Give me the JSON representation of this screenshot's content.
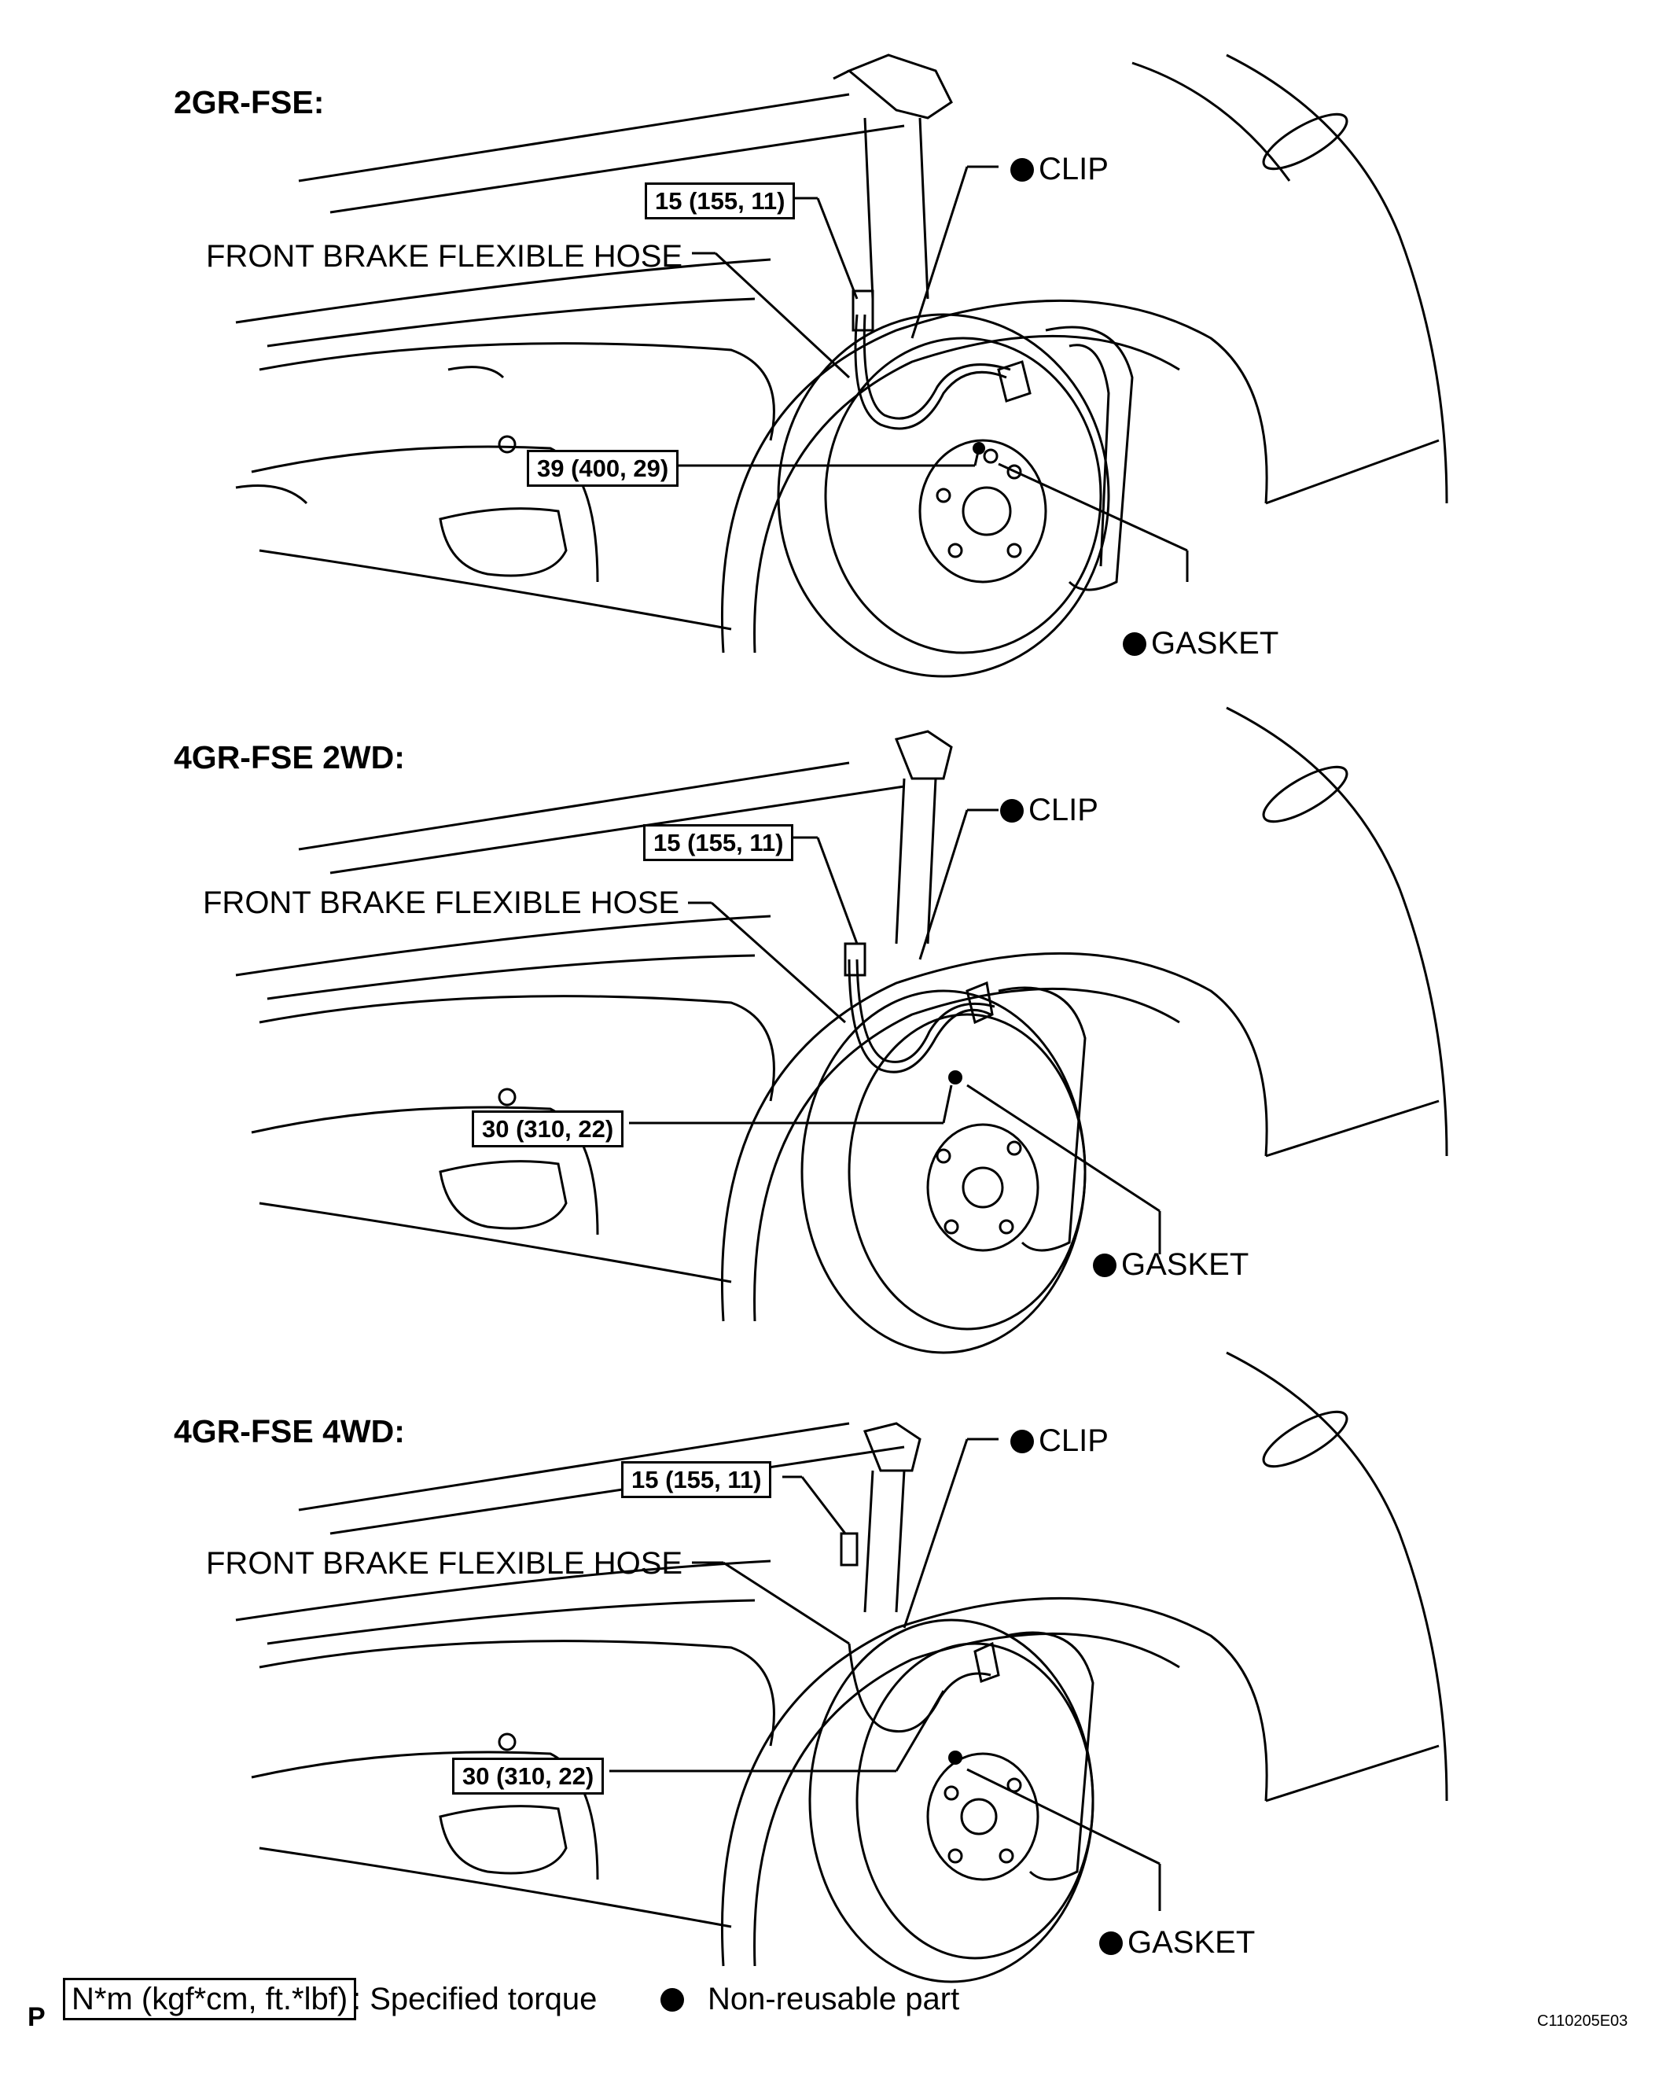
{
  "panels": [
    {
      "title": "2GR-FSE:",
      "torque_hose": "15 (155, 11)",
      "torque_caliper": "39 (400, 29)",
      "hose_label": "FRONT BRAKE FLEXIBLE HOSE",
      "clip_label": "CLIP",
      "gasket_label": "GASKET"
    },
    {
      "title": "4GR-FSE 2WD:",
      "torque_hose": "15 (155, 11)",
      "torque_caliper": "30 (310, 22)",
      "hose_label": "FRONT BRAKE FLEXIBLE HOSE",
      "clip_label": "CLIP",
      "gasket_label": "GASKET"
    },
    {
      "title": "4GR-FSE 4WD:",
      "torque_hose": "15 (155, 11)",
      "torque_caliper": "30 (310, 22)",
      "hose_label": "FRONT BRAKE FLEXIBLE HOSE",
      "clip_label": "CLIP",
      "gasket_label": "GASKET"
    }
  ],
  "legend": {
    "page_marker": "P",
    "torque_unit": "N*m (kgf*cm, ft.*lbf)",
    "torque_desc": ": Specified torque",
    "nonreusable_desc": "Non-reusable part",
    "figure_code": "C110205E03"
  },
  "icons": [
    "non-reusable-dot-icon"
  ]
}
